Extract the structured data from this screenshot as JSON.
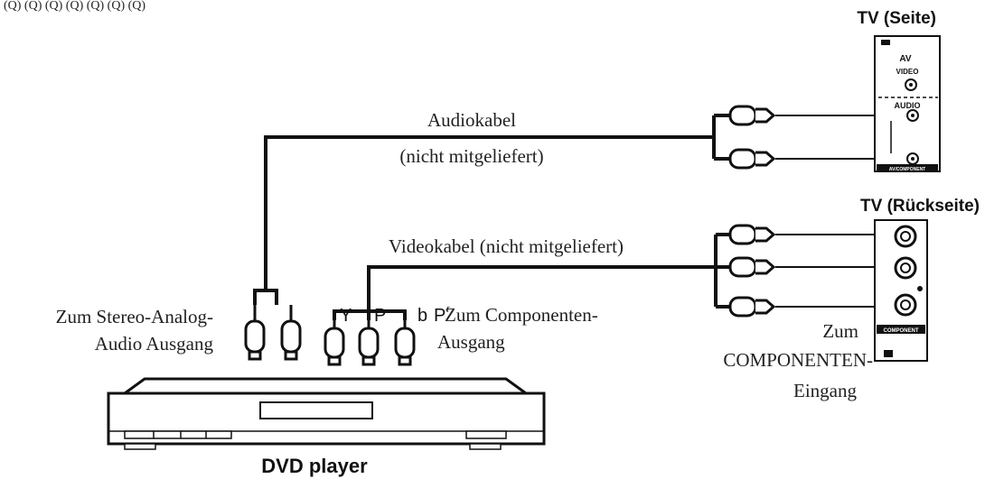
{
  "header_fragment": "(Q) (Q) (Q) (Q) (Q) (Q) (Q)",
  "tv_side": {
    "title": "TV (Seite)",
    "panel_label_av": "AV",
    "panel_label_video": "VIDEO",
    "panel_label_audio": "AUDIO",
    "panel_label_bottom": "AV/COMPONENT"
  },
  "tv_back": {
    "title": "TV (Rückseite)",
    "panel_label_bottom": "COMPONENT"
  },
  "cables": {
    "audio_line1": "Audiokabel",
    "audio_line2": "(nicht mitgeliefert)",
    "video": "Videokabel (nicht mitgeliefert)"
  },
  "dvd": {
    "label": "DVD player",
    "stereo_line1": "Zum Stereo-Analog-",
    "stereo_line2": "Audio Ausgang",
    "component_letters": [
      "Y",
      "P",
      "b",
      "P",
      "r"
    ],
    "component_line1": "Zum Componenten-",
    "component_line2": "Ausgang"
  },
  "component_input": {
    "line1": "Zum",
    "line2": "COMPONENTEN-",
    "line3": "Eingang"
  },
  "colors": {
    "ink": "#111111",
    "text": "#222222",
    "background": "#ffffff"
  }
}
